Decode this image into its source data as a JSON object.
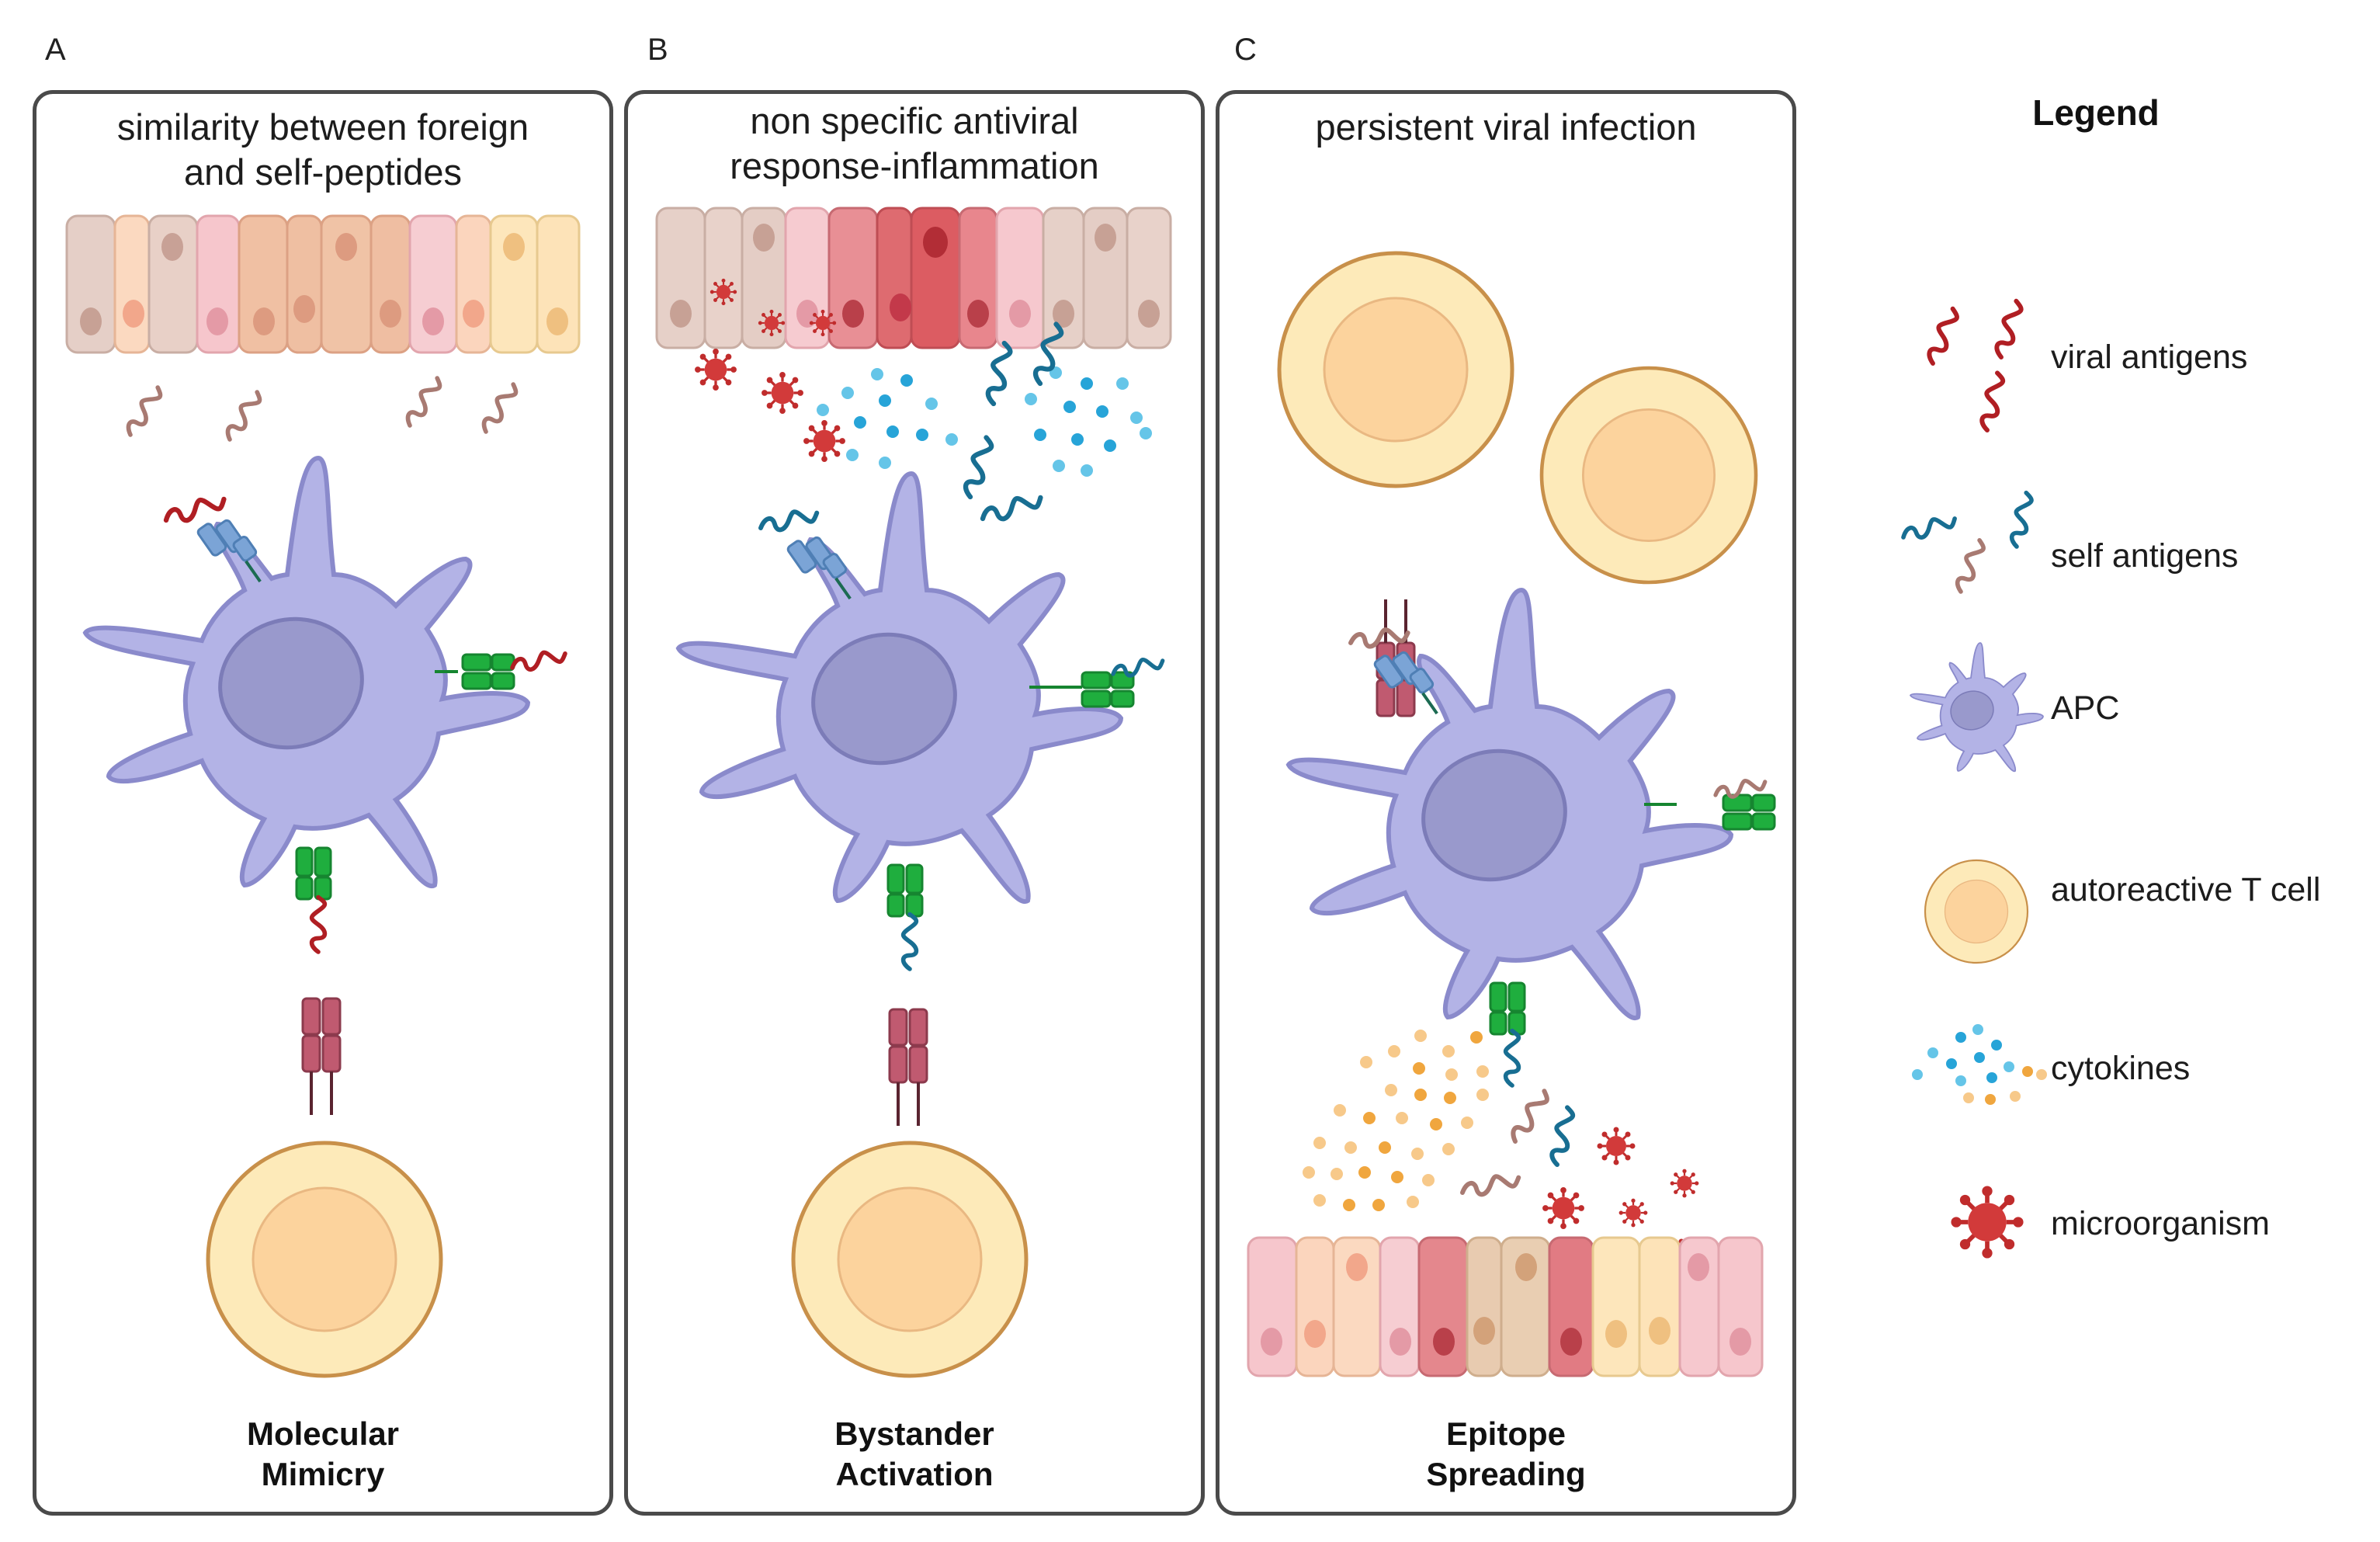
{
  "panels": [
    {
      "letter": "A",
      "title": "similarity between foreign\nand self-peptides",
      "caption": "Molecular\nMimicry"
    },
    {
      "letter": "B",
      "title": "non specific antiviral\nresponse-inflammation",
      "caption": "Bystander\nActivation"
    },
    {
      "letter": "C",
      "title": "persistent viral infection",
      "caption": "Epitope\nSpreading"
    }
  ],
  "legend": {
    "title": "Legend",
    "items": [
      {
        "label": "viral antigens",
        "icon": "viral-antigen-icon"
      },
      {
        "label": "self antigens",
        "icon": "self-antigen-icon"
      },
      {
        "label": "APC",
        "icon": "apc-icon"
      },
      {
        "label": "autoreactive T cell",
        "icon": "t-cell-icon"
      },
      {
        "label": "cytokines",
        "icon": "cytokine-icon"
      },
      {
        "label": "microorganism",
        "icon": "microorganism-icon"
      }
    ]
  },
  "colors": {
    "panel_border": "#4a4a4a",
    "apc_body": "#b3b3e6",
    "apc_outline": "#8a8acb",
    "apc_nucleus": "#9999cc",
    "t_cell_outer": "#fdeab9",
    "t_cell_inner": "#fcd39d",
    "t_cell_outline": "#c8904a",
    "viral_antigen": "#b01e23",
    "self_antigen_teal": "#186e92",
    "self_antigen_mauve": "#a87a72",
    "mhc_green": "#1fae3e",
    "receptor_blue": "#7ba4d6",
    "tcr_mauve": "#c05a70",
    "cytokine_blue": "#27a4d8",
    "cytokine_orange": "#f0a63e",
    "microorganism_red": "#d23a3a"
  }
}
